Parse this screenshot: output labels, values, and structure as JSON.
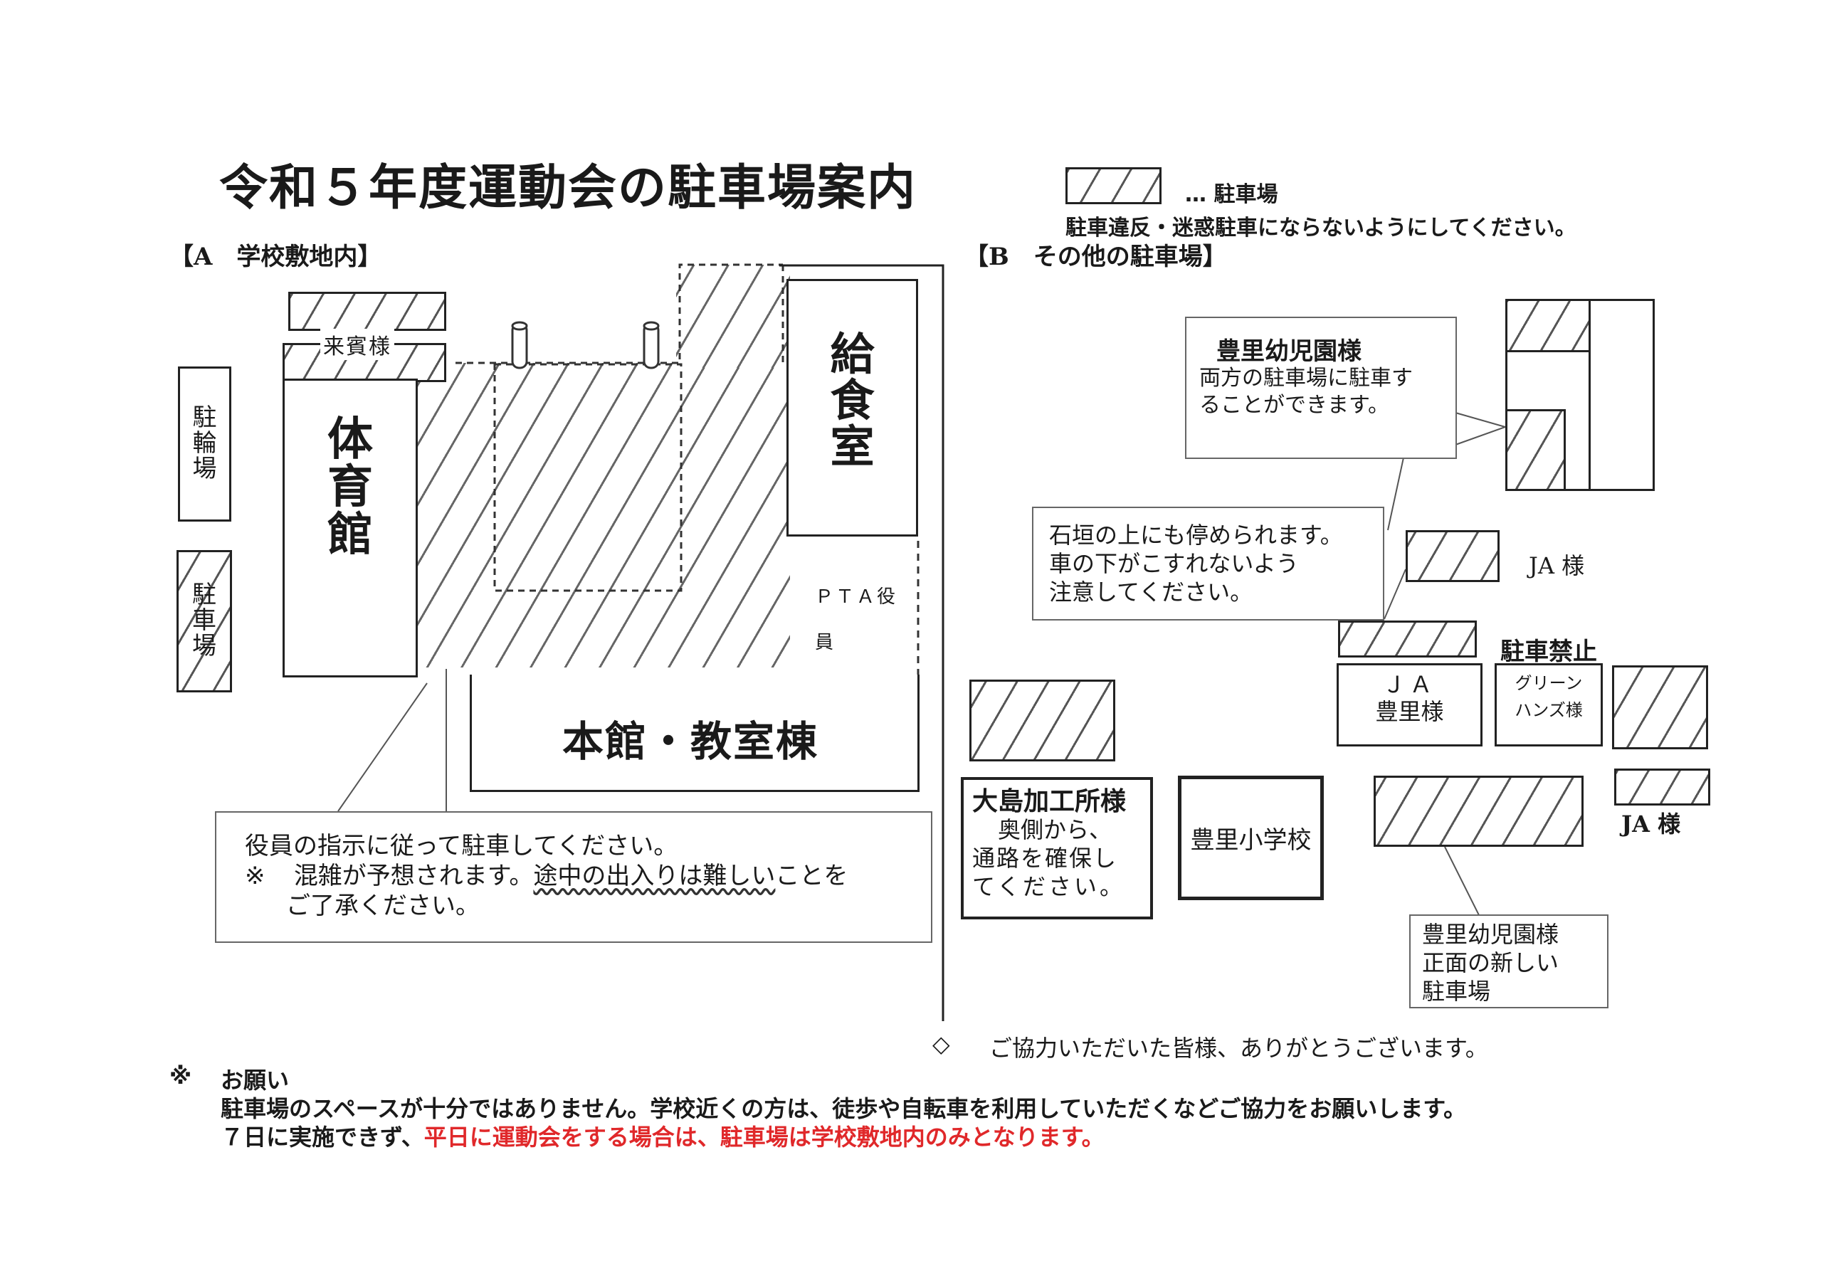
{
  "title": "令和５年度運動会の駐車場案内",
  "legend": {
    "symbol_label": "… 駐車場",
    "note": "駐車違反・迷惑駐車にならないようにしてください。"
  },
  "section_a": {
    "heading": "【A　学校敷地内】",
    "raihin": "来賓様",
    "churinjo": [
      "駐",
      "輪",
      "場"
    ],
    "chushajo": [
      "駐",
      "車",
      "場"
    ],
    "taiikukan": [
      "体",
      "育",
      "館"
    ],
    "kyushokushitsu": [
      "給",
      "食",
      "室"
    ],
    "pta_line1": "ＰＴＡ役",
    "pta_line2": "員",
    "honkan": "本館・教室棟",
    "callout_line1": "役員の指示に従って駐車してください。",
    "callout_mark": "※",
    "callout_line2_pre": "混雑が予想されます。",
    "callout_line2_underlined": "途中の出入りは難しい",
    "callout_line2_post": "ことを",
    "callout_line3": "ご了承ください。"
  },
  "section_b": {
    "heading": "【B　その他の駐車場】",
    "kindergarten_title": "豊里幼児園様",
    "kindergarten_line1": "両方の駐車場に駐車す",
    "kindergarten_line2": "ることができます。",
    "stonewall_line1": "石垣の上にも停められます。",
    "stonewall_line2": "車の下がこすれないよう",
    "stonewall_line3": "注意してください。",
    "ja_label": "JA 様",
    "no_parking": "駐車禁止",
    "ja_toyosato_line1": "ＪＡ",
    "ja_toyosato_line2": "豊里様",
    "green_line1": "グリーン",
    "green_line2": "ハンズ様",
    "ja_label2": "JA 様",
    "oshima_title": "大島加工所様",
    "oshima_line1": "奥側から、",
    "oshima_line2": "通路を確保し",
    "oshima_line3": "てください。",
    "school": "豊里小学校",
    "new_lot_line1": "豊里幼児園様",
    "new_lot_line2": "正面の新しい",
    "new_lot_line3": "駐車場"
  },
  "thanks_mark": "◇",
  "thanks": "ご協力いただいた皆様、ありがとうございます。",
  "notice": {
    "mark": "※",
    "heading": "お願い",
    "line1": "駐車場のスペースが十分ではありません。学校近くの方は、徒歩や自転車を利用していただくなどご協力をお願いします。",
    "line2_pre": "７日に実施できず、",
    "line2_red": "平日に運動会をする場合は、駐車場は学校敷地内のみとなります。"
  },
  "colors": {
    "ink": "#1a1a1a",
    "warning_red": "#e0282a"
  }
}
